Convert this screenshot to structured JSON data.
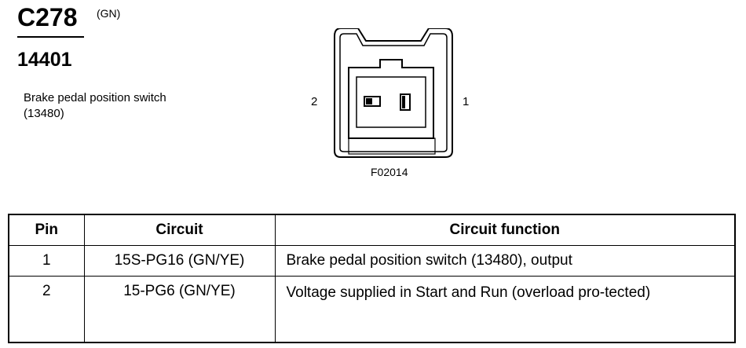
{
  "connector": {
    "id": "C278",
    "color_code": "(GN)",
    "part_number": "14401",
    "description": "Brake pedal position switch (13480)",
    "pin_labels": {
      "left": "2",
      "right": "1"
    },
    "figure_code": "F02014"
  },
  "table": {
    "headers": [
      "Pin",
      "Circuit",
      "Circuit function"
    ],
    "rows": [
      {
        "pin": "1",
        "circuit": "15S-PG16 (GN/YE)",
        "function": "Brake pedal position switch (13480), output"
      },
      {
        "pin": "2",
        "circuit": "15-PG6 (GN/YE)",
        "function": "Voltage supplied in Start and Run (overload pro-tected)"
      }
    ]
  }
}
